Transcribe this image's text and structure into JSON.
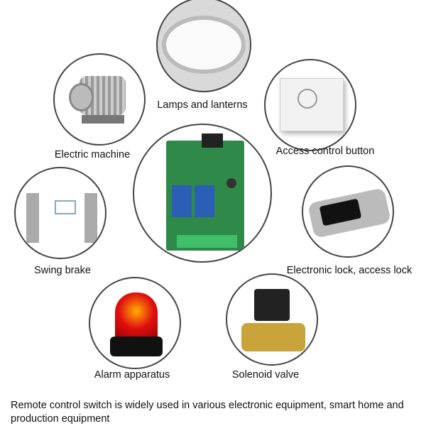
{
  "items": [
    {
      "label": "Lamps and lanterns",
      "icon": "ceiling-lamp"
    },
    {
      "label": "Electric machine",
      "icon": "electric-motor"
    },
    {
      "label": "Access control button",
      "icon": "exit-button"
    },
    {
      "label": "Swing brake",
      "icon": "turnstile-gate"
    },
    {
      "label": "Electronic lock, access lock",
      "icon": "electronic-lock"
    },
    {
      "label": "Alarm apparatus",
      "icon": "alarm-beacon"
    },
    {
      "label": "Solenoid valve",
      "icon": "solenoid-valve"
    }
  ],
  "center": {
    "icon": "relay-board"
  },
  "caption": "Remote control switch is widely used in various electronic equipment, smart home and production equipment"
}
